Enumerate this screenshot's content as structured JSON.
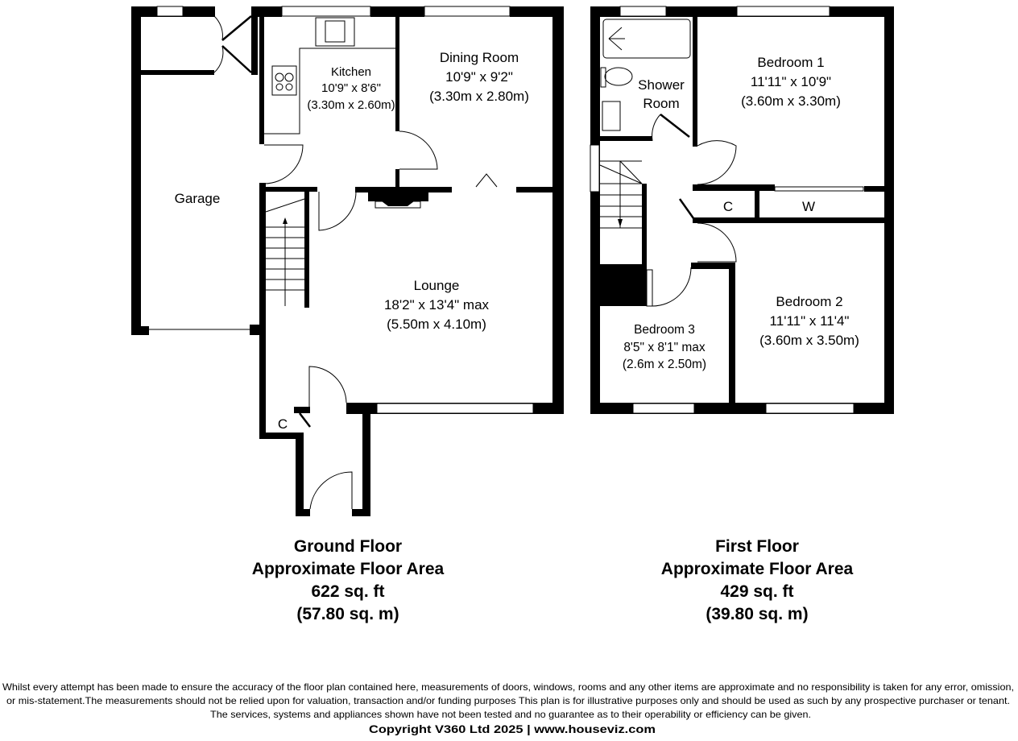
{
  "ground_floor": {
    "rooms": {
      "kitchen": {
        "name": "Kitchen",
        "imperial": "10'9\" x 8'6\"",
        "metric": "(3.30m x 2.60m)"
      },
      "dining": {
        "name": "Dining Room",
        "imperial": "10'9\" x 9'2\"",
        "metric": "(3.30m x 2.80m)"
      },
      "garage": {
        "name": "Garage"
      },
      "lounge": {
        "name": "Lounge",
        "imperial": "18'2\" x 13'4\" max",
        "metric": "(5.50m x 4.10m)"
      },
      "cupboard": {
        "name": "C"
      }
    },
    "title": "Ground Floor",
    "area_label": "Approximate Floor Area",
    "area_sqft": "622 sq. ft",
    "area_sqm": "(57.80 sq. m)"
  },
  "first_floor": {
    "rooms": {
      "shower": {
        "name_line1": "Shower",
        "name_line2": "Room"
      },
      "bedroom1": {
        "name": "Bedroom 1",
        "imperial": "11'11\" x 10'9\"",
        "metric": "(3.60m x 3.30m)"
      },
      "bedroom2": {
        "name": "Bedroom 2",
        "imperial": "11'11\" x 11'4\"",
        "metric": "(3.60m x 3.50m)"
      },
      "bedroom3": {
        "name": "Bedroom 3",
        "imperial": "8'5\" x 8'1\" max",
        "metric": "(2.6m x 2.50m)"
      },
      "cupboard": {
        "name": "C"
      },
      "wardrobe": {
        "name": "W"
      }
    },
    "title": "First Floor",
    "area_label": "Approximate Floor Area",
    "area_sqft": "429 sq. ft",
    "area_sqm": "(39.80 sq. m)"
  },
  "footer": {
    "disclaimer_line1": "Whilst every attempt has been made to ensure the accuracy of the floor plan contained here, measurements of doors, windows, rooms and any other items are approximate and no responsibility is taken for any error, omission,",
    "disclaimer_line2": "or mis-statement.The measurements should not be relied upon for valuation, transaction and/or funding purposes This plan is for illustrative purposes only and should be used as such by any prospective purchaser or tenant.",
    "disclaimer_line3": "The services, systems and appliances shown have not been tested and no guarantee as to their operability or efficiency can be given.",
    "copyright": "Copyright V360 Ltd 2025 | www.houseviz.com"
  }
}
